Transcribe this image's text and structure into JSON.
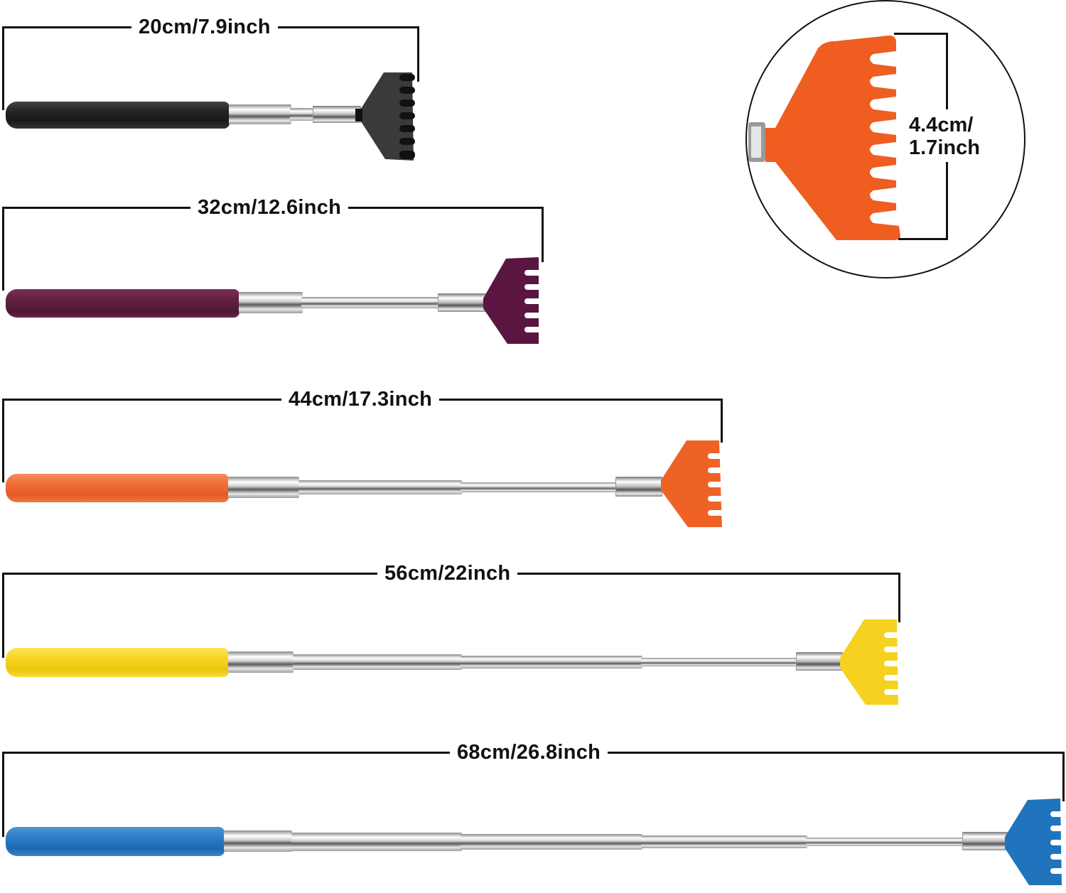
{
  "colors": {
    "line": "#111111",
    "metal": "#c9c9c9",
    "black": "#2b2b2b",
    "purple": "#5e1f3f",
    "orange": "#ef6226",
    "yellow": "#f5d21f",
    "blue": "#1f74bd"
  },
  "detail_inset": {
    "label_line1": "4.4cm/",
    "label_line2": "1.7inch",
    "head_color": "orange"
  },
  "scratchers": [
    {
      "label": "20cm/7.9inch",
      "handle_color": "black"
    },
    {
      "label": "32cm/12.6inch",
      "handle_color": "purple"
    },
    {
      "label": "44cm/17.3inch",
      "handle_color": "orange"
    },
    {
      "label": "56cm/22inch",
      "handle_color": "yellow"
    },
    {
      "label": "68cm/26.8inch",
      "handle_color": "blue"
    }
  ]
}
